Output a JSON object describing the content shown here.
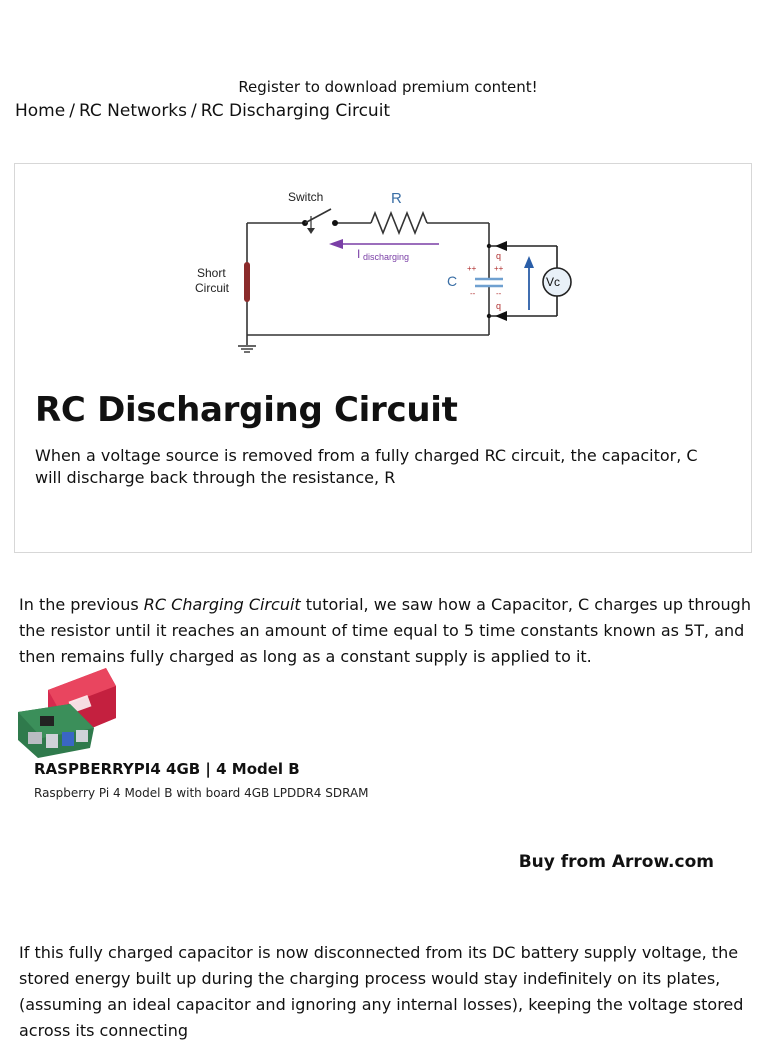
{
  "banner": {
    "register_text": "Register to download premium content!"
  },
  "breadcrumb": {
    "items": [
      "Home",
      "RC Networks",
      "RC Discharging Circuit"
    ],
    "separator": "/"
  },
  "card": {
    "title": "RC Discharging Circuit",
    "description": "When a voltage source is removed from a fully charged RC circuit, the capacitor, C will discharge back through the resistance, R",
    "circuit": {
      "switch_label": "Switch",
      "resistor_label": "R",
      "current_label_main": "I",
      "current_label_sub": "discharging",
      "short_label_1": "Short",
      "short_label_2": "Circuit",
      "capacitor_label": "C",
      "voltmeter_label": "Vc",
      "q_top": "q",
      "q_bottom": "q",
      "plus_1": "++",
      "plus_2": "++",
      "minus_1": "--",
      "minus_2": "--",
      "colors": {
        "wire": "#333333",
        "arrow": "#7a3fa6",
        "short": "#8b2b2b",
        "voltage_arrow": "#2a5ea8",
        "capacitor": "#6fa0d0"
      }
    }
  },
  "paragraph1": {
    "before": "In the previous ",
    "italic": "RC Charging Circuit",
    "after": " tutorial, we saw how a Capacitor, C charges up through the resistor until it reaches an amount of time equal to 5 time constants known as 5T, and then remains fully charged as long as a constant supply is applied to it."
  },
  "ad": {
    "title": "RASPBERRYPI4 4GB | 4 Model B",
    "subtitle": "Raspberry Pi 4 Model B with board 4GB LPDDR4 SDRAM",
    "buy_label": "Buy from Arrow.com"
  },
  "paragraph2": {
    "text": "If this fully charged capacitor is now disconnected from its DC battery supply voltage, the stored energy built up during the charging process would stay indefinitely on its plates, (assuming an ideal capacitor and ignoring any internal losses), keeping the voltage stored across its connecting"
  }
}
